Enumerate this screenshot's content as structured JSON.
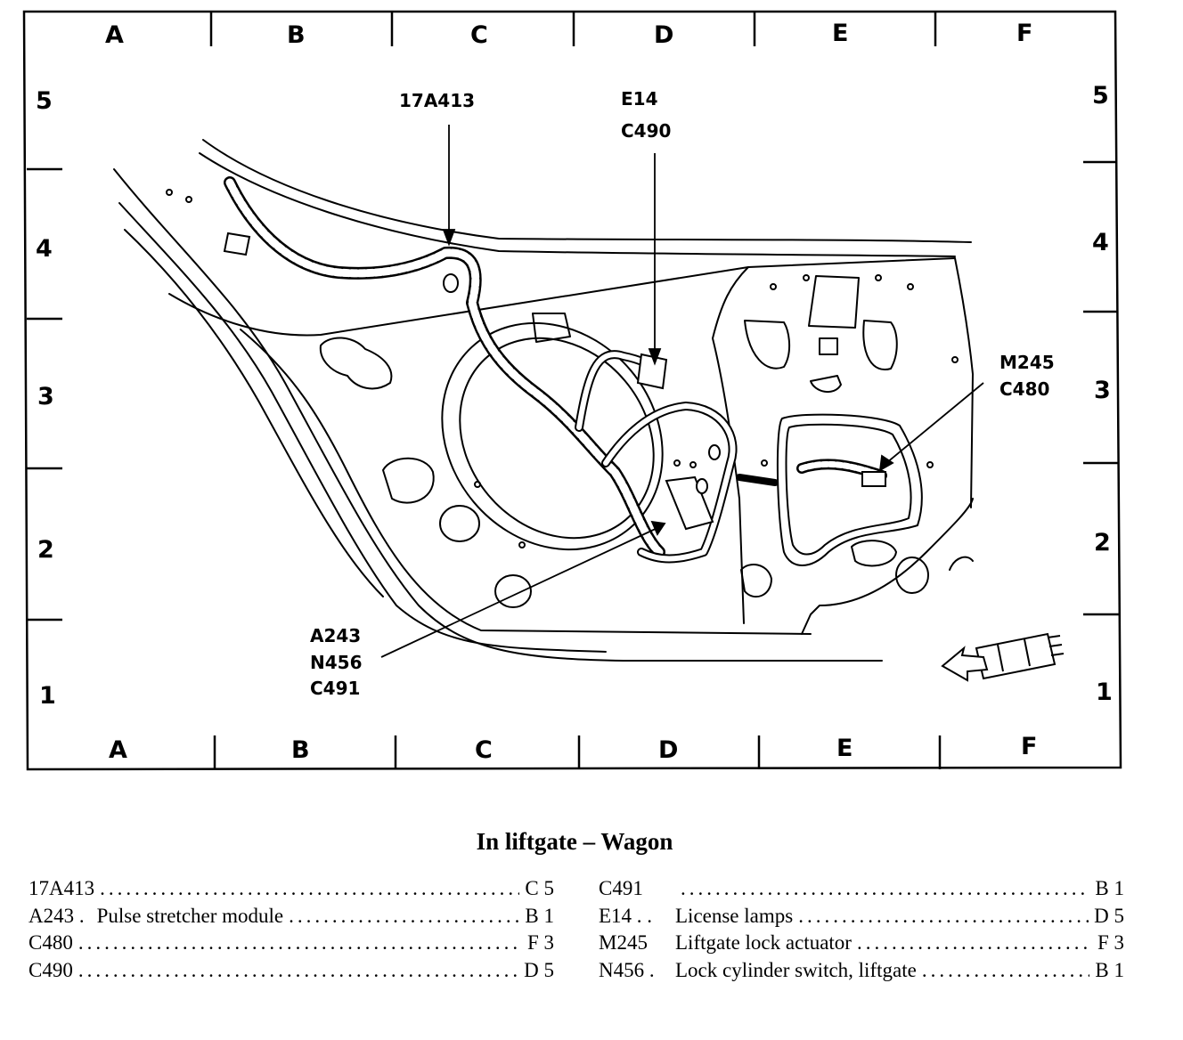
{
  "grid": {
    "columns": [
      "A",
      "B",
      "C",
      "D",
      "E",
      "F"
    ],
    "rows": [
      "5",
      "4",
      "3",
      "2",
      "1"
    ]
  },
  "callouts": {
    "c17a413": "17A413",
    "e14": "E14",
    "c490": "C490",
    "m245": "M245",
    "c480": "C480",
    "a243": "A243",
    "n456": "N456",
    "c491": "C491"
  },
  "caption": "In liftgate – Wagon",
  "legend": {
    "left": [
      {
        "code": "17A413",
        "desc": "",
        "loc": "C 5"
      },
      {
        "code": "A243 .",
        "desc": "Pulse stretcher module",
        "loc": "B 1"
      },
      {
        "code": "C480",
        "desc": "",
        "loc": "F 3"
      },
      {
        "code": "C490",
        "desc": "",
        "loc": "D 5"
      }
    ],
    "right": [
      {
        "code": "C491",
        "desc": "",
        "loc": "B 1"
      },
      {
        "code": "E14 . .",
        "desc": "License lamps",
        "loc": "D 5"
      },
      {
        "code": "M245",
        "desc": "Liftgate lock actuator",
        "loc": "F 3"
      },
      {
        "code": "N456 .",
        "desc": "Lock cylinder switch, liftgate",
        "loc": "B 1"
      }
    ]
  }
}
